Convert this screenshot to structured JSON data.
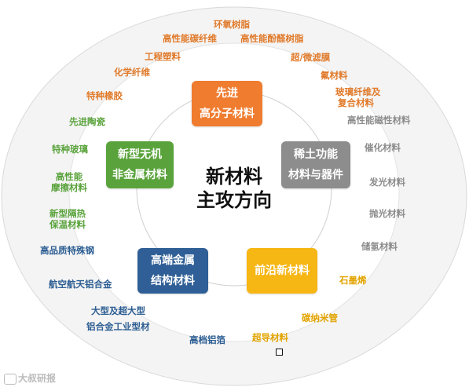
{
  "center": {
    "line1": "新材料",
    "line2": "主攻方向"
  },
  "categories": {
    "advanced_polymer": {
      "line1": "先进",
      "line2": "高分子材料",
      "color": "#ef7c2f"
    },
    "inorganic": {
      "line1": "新型无机",
      "line2": "非金属材料",
      "color": "#5aa33c"
    },
    "rare_earth": {
      "line1": "稀土功能",
      "line2": "材料与器件",
      "color": "#8d8d8d"
    },
    "high_end_metal": {
      "line1": "高端金属",
      "line2": "结构材料",
      "color": "#2f5f96"
    },
    "frontier": {
      "line1": "前沿新材料",
      "color": "#f6b614"
    }
  },
  "labels": {
    "orange": [
      "环氧树脂",
      "高性能碳纤维",
      "高性能酚醛树脂",
      "工程塑料",
      "超/微滤膜",
      "化学纤维",
      "氟材料",
      "特种橡胶",
      "玻璃纤维及",
      "复合材料"
    ],
    "green": [
      "先进陶瓷",
      "特种玻璃",
      "高性能",
      "摩擦材料",
      "新型隔热",
      "保温材料"
    ],
    "gray": [
      "高性能磁性材料",
      "催化材料",
      "发光材料",
      "抛光材料",
      "储氢材料"
    ],
    "blue": [
      "高品质特殊钢",
      "航空航天铝合金",
      "大型及超大型",
      "铝合金工业型材",
      "高档铝箔"
    ],
    "yellow": [
      "石墨烯",
      "碳纳米管",
      "超导材料"
    ]
  },
  "watermark": "大叔研报"
}
